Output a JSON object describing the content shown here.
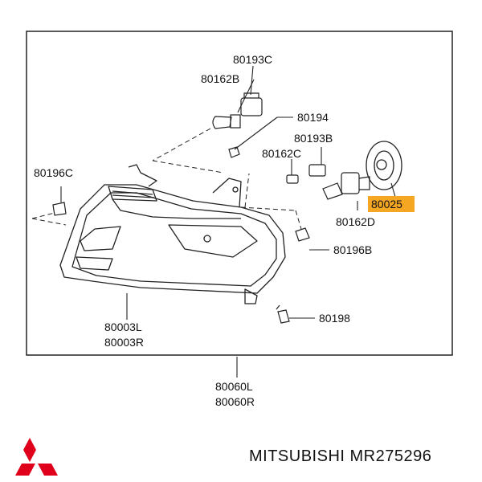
{
  "labels": {
    "p80193c": "80193C",
    "p80162b": "80162B",
    "p80194": "80194",
    "p80193b": "80193B",
    "p80162c": "80162C",
    "p80196c": "80196C",
    "p80025": "80025",
    "p80162d": "80162D",
    "p80196b": "80196B",
    "p80198": "80198",
    "p80003l": "80003L",
    "p80003r": "80003R",
    "p80060l": "80060L",
    "p80060r": "80060R"
  },
  "footer": {
    "brand_part": "MITSUBISHI MR275296"
  },
  "colors": {
    "highlight": "#f5a623",
    "logo": "#e0001b",
    "line": "#222222"
  },
  "icons": {
    "logo": "mitsubishi-three-diamond-logo-icon"
  }
}
